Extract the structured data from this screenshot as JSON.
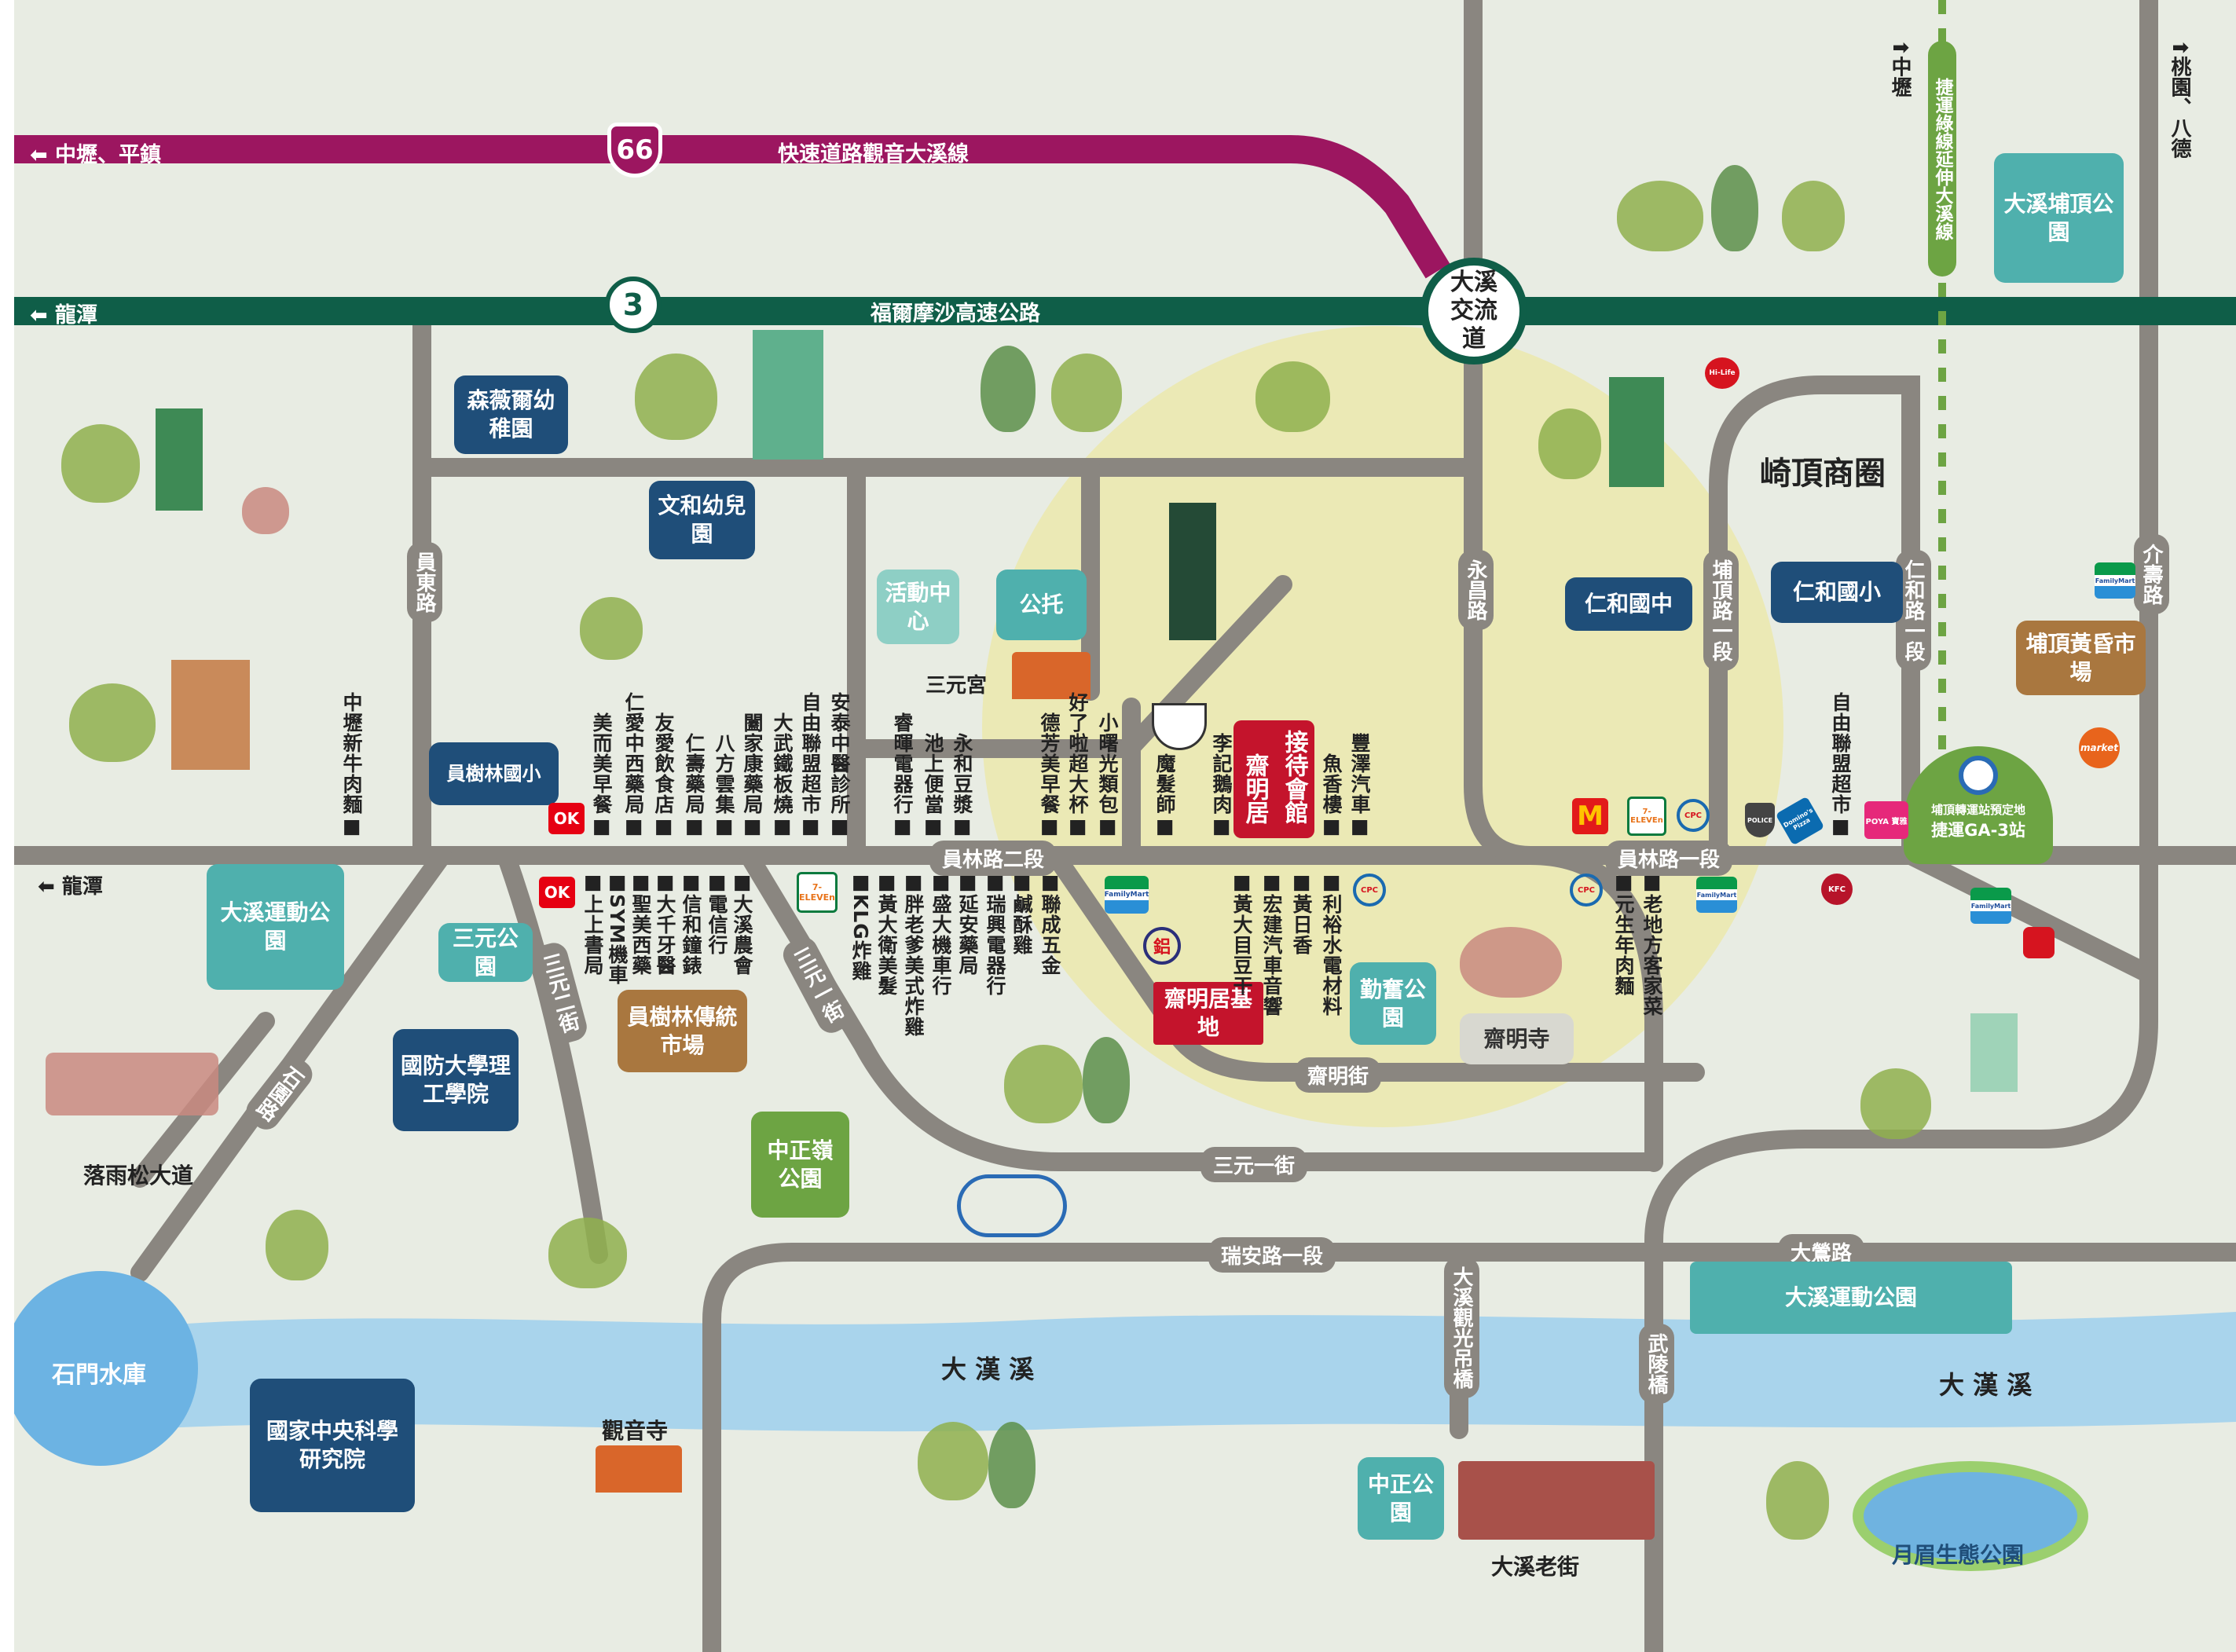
{
  "colors": {
    "expressway": "#9c1660",
    "freeway": "#0f5e48",
    "road": "#8a8680",
    "river": "#a9d4ec",
    "highlight": "#ece8a6",
    "mrt": "#6da443"
  },
  "highways": {
    "expressway_dir": "中壢、平鎮",
    "expressway_num": "66",
    "expressway_name": "快速道路觀音大溪線",
    "freeway_dir": "龍潭",
    "freeway_num": "3",
    "freeway_name": "福爾摩沙高速公路",
    "interchange": "大溪交流道"
  },
  "directions": {
    "north_left": "中壢",
    "north_right": "桃園、八德",
    "west": "龍潭"
  },
  "mrt": {
    "line": "捷運綠線延伸大溪線",
    "station_note": "埔頂轉運站預定地",
    "station": "捷運GA-3站"
  },
  "roads": {
    "yuandong": "員東路",
    "yongchang": "永昌路",
    "puding": "埔頂路一段",
    "renhe": "仁和路一段",
    "jieshou": "介壽路",
    "yuanlin2": "員林路二段",
    "yuanlin1": "員林路一段",
    "sanyuan2": "三元二街",
    "sanyuan1_diag": "三元一街",
    "shiyuan": "石園路",
    "zhaiming": "齋明街",
    "sanyuan1": "三元一街",
    "ruian": "瑞安路一段",
    "daying": "大鶯路",
    "bridge": "大溪觀光吊橋",
    "wuling": "武陵橋"
  },
  "river": {
    "name_left": "大 漢 溪",
    "name_right": "大 漢 溪"
  },
  "places": {
    "senweier": "森薇爾幼稚園",
    "wenhe": "文和幼兒園",
    "activity": "活動中心",
    "daycare": "公托",
    "sanyuan_temple": "三元宮",
    "yuanshulin_elem": "員樹林國小",
    "renhe_junior": "仁和國中",
    "renhe_elem": "仁和國小",
    "qiding": "崎頂商圈",
    "puding_market": "埔頂黃昏市場",
    "puding_park": "大溪埔頂公園",
    "reception": "接待會館",
    "zhaimingju": "齋明居",
    "site": "齋明居基地",
    "qinfen_park": "勤奮公園",
    "zhaiming_temple": "齋明寺",
    "sports_park_left": "大溪運動公園",
    "sanyuan_park": "三元公園",
    "ndu": "國防大學理工學院",
    "trad_market": "員樹林傳統市場",
    "zhongzhengling": "中正嶺公園",
    "cypress": "落雨松大道",
    "reservoir": "石門水庫",
    "ncsist": "國家中央科學研究院",
    "guanyin": "觀音寺",
    "zhongzheng_park": "中正公園",
    "old_street": "大溪老街",
    "yuemei": "月眉生態公園",
    "sports_park_right": "大溪運動公園",
    "beef_noodle": "中壢新牛肉麵"
  },
  "stores": {
    "north_a": [
      "安泰中醫診所",
      "自由聯盟超市",
      "大武鐵板燒",
      "闔家康藥局",
      "八方雲集",
      "仁壽藥局",
      "友愛飲食店",
      "仁愛中西藥局",
      "美而美早餐"
    ],
    "north_b": [
      "永和豆漿",
      "池上便當",
      "睿暉電器行"
    ],
    "north_c": [
      "小曙光類包",
      "好了啦超大杯",
      "德芳美早餐"
    ],
    "north_d": [
      "魔髮師",
      "李記鵝肉"
    ],
    "north_e": [
      "魚香樓",
      "豐澤汽車"
    ],
    "north_f": [
      "自由聯盟超市"
    ],
    "south_a": [
      "大溪農會",
      "電信行",
      "信和鐘錶",
      "大千牙醫",
      "聖美西藥",
      "SYM機車",
      "上上書局"
    ],
    "south_b": [
      "聯成五金",
      "鹹酥雞",
      "瑞興電器行",
      "延安藥局",
      "盛大機車行",
      "胖老爹美式炸雞",
      "黃大衛美髮",
      "KLG炸雞"
    ],
    "south_c": [
      "利裕水電材料",
      "黃日香",
      "宏建汽車音響",
      "黃大目豆干"
    ],
    "south_d": [
      "老地方客家菜",
      "元生年肉麵"
    ]
  },
  "logos": {
    "ok": "OK",
    "seven": "7-ELEVEn",
    "family": "FamilyMart",
    "mcd": "M",
    "kfc": "KFC",
    "poya": "POYA 寶雅",
    "police": "POLICE",
    "dominos": "Domino's Pizza",
    "carrefour": "market",
    "hilife": "Hi-Life",
    "aluminum": "鋁",
    "cpc": "CPC"
  }
}
